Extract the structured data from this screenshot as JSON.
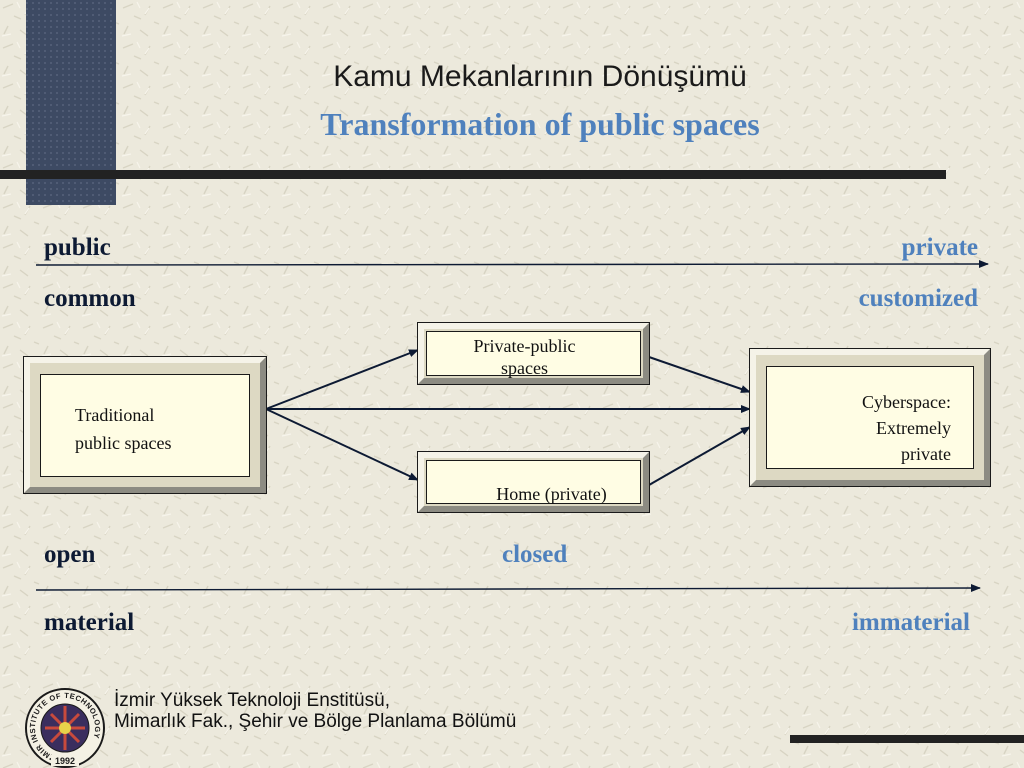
{
  "title": {
    "tr": "Kamu Mekanlarının Dönüşümü",
    "en": "Transformation of public spaces"
  },
  "axis_top": {
    "left": "public",
    "right": "private",
    "left2": "common",
    "right2": "customized"
  },
  "axis_bottom": {
    "left": "open",
    "center": "closed",
    "left2": "material",
    "right2": "immaterial"
  },
  "nodes": {
    "traditional": [
      "Traditional",
      "public spaces"
    ],
    "private_public": [
      "Private-public",
      "spaces"
    ],
    "home": [
      "Home (private)"
    ],
    "cyberspace": [
      "Cyberspace:",
      "Extremely",
      "private"
    ]
  },
  "footer": {
    "line1": "İzmir Yüksek Teknoloji Enstitüsü,",
    "line2": "Mimarlık Fak., Şehir ve Bölge Planlama Bölümü"
  },
  "logo": {
    "ring_text": "IZMIR INSTITUTE OF TECHNOLOGY",
    "year": "1992"
  },
  "colors": {
    "accent_blue": "#4f81bd",
    "dark_navy": "#0d1a33",
    "decor_block": "#3d4a63"
  }
}
